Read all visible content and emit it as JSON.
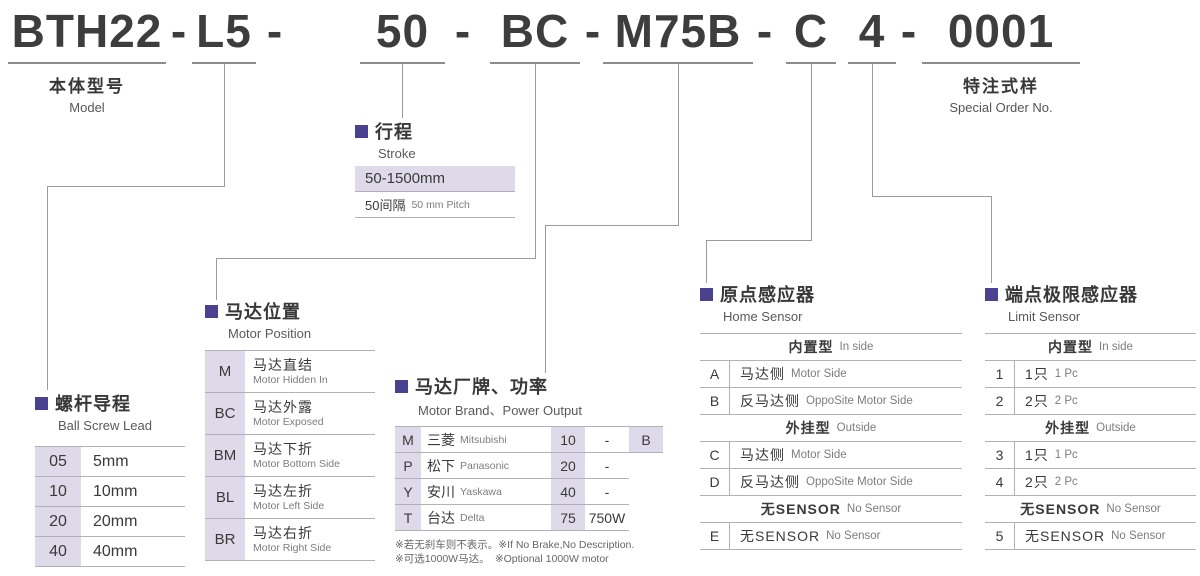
{
  "colors": {
    "accent": "#4a4190",
    "lavender": "#dedae9"
  },
  "title": {
    "hyphen": "-",
    "segments": {
      "series": "BTH22",
      "lead": "L5",
      "stroke": "50",
      "position": "BC",
      "motor": "M75B",
      "home_sensor": "C",
      "limit_sensor": "4",
      "special": "0001"
    }
  },
  "model_label": {
    "zh": "本体型号",
    "en": "Model"
  },
  "special_label": {
    "zh": "特注式样",
    "en": "Special Order No."
  },
  "stroke": {
    "title_zh": "行程",
    "title_en": "Stroke",
    "range": "50-1500mm",
    "pitch_zh": "50间隔",
    "pitch_en": "50 mm Pitch"
  },
  "ball_screw": {
    "title_zh": "螺杆导程",
    "title_en": "Ball Screw Lead",
    "rows": [
      {
        "code": "05",
        "value": "5mm"
      },
      {
        "code": "10",
        "value": "10mm"
      },
      {
        "code": "20",
        "value": "20mm"
      },
      {
        "code": "40",
        "value": "40mm"
      }
    ]
  },
  "motor_position": {
    "title_zh": "马达位置",
    "title_en": "Motor Position",
    "rows": [
      {
        "code": "M",
        "zh": "马达直结",
        "en": "Motor Hidden In"
      },
      {
        "code": "BC",
        "zh": "马达外露",
        "en": "Motor Exposed"
      },
      {
        "code": "BM",
        "zh": "马达下折",
        "en": "Motor Bottom Side"
      },
      {
        "code": "BL",
        "zh": "马达左折",
        "en": "Motor Left Side"
      },
      {
        "code": "BR",
        "zh": "马达右折",
        "en": "Motor Right Side"
      }
    ]
  },
  "motor_brand": {
    "title_zh": "马达厂牌、功率",
    "title_en": "Motor Brand、Power Output",
    "rows": [
      {
        "code": "M",
        "brand_zh": "三菱",
        "brand_en": "Mitsubishi",
        "power": "10",
        "watt": "-",
        "brake": "B"
      },
      {
        "code": "P",
        "brand_zh": "松下",
        "brand_en": "Panasonic",
        "power": "20",
        "watt": "-"
      },
      {
        "code": "Y",
        "brand_zh": "安川",
        "brand_en": "Yaskawa",
        "power": "40",
        "watt": "-"
      },
      {
        "code": "T",
        "brand_zh": "台达",
        "brand_en": "Delta",
        "power": "75",
        "watt": "750W"
      }
    ],
    "notes": [
      "※若无刹车则不表示。※If No Brake,No Description.",
      "※可选1000W马达。　※Optional 1000W motor"
    ]
  },
  "home_sensor": {
    "title_zh": "原点感应器",
    "title_en": "Home Sensor",
    "rows": [
      {
        "type": "header",
        "zh": "内置型",
        "en": "In side"
      },
      {
        "type": "item",
        "code": "A",
        "zh": "马达侧",
        "en": "Motor Side"
      },
      {
        "type": "item",
        "code": "B",
        "zh": "反马达侧",
        "en": "OppoSite Motor Side"
      },
      {
        "type": "header",
        "zh": "外挂型",
        "en": "Outside"
      },
      {
        "type": "item",
        "code": "C",
        "zh": "马达侧",
        "en": "Motor Side"
      },
      {
        "type": "item",
        "code": "D",
        "zh": "反马达侧",
        "en": "OppoSite Motor Side"
      },
      {
        "type": "header",
        "zh": "无SENSOR",
        "en": "No Sensor"
      },
      {
        "type": "item",
        "code": "E",
        "zh": "无SENSOR",
        "en": "No Sensor"
      }
    ]
  },
  "limit_sensor": {
    "title_zh": "端点极限感应器",
    "title_en": "Limit Sensor",
    "rows": [
      {
        "type": "header",
        "zh": "内置型",
        "en": "In side"
      },
      {
        "type": "item",
        "code": "1",
        "zh": "1只",
        "en": "1 Pc"
      },
      {
        "type": "item",
        "code": "2",
        "zh": "2只",
        "en": "2 Pc"
      },
      {
        "type": "header",
        "zh": "外挂型",
        "en": "Outside"
      },
      {
        "type": "item",
        "code": "3",
        "zh": "1只",
        "en": "1 Pc"
      },
      {
        "type": "item",
        "code": "4",
        "zh": "2只",
        "en": "2 Pc"
      },
      {
        "type": "header",
        "zh": "无SENSOR",
        "en": "No Sensor"
      },
      {
        "type": "item",
        "code": "5",
        "zh": "无SENSOR",
        "en": "No Sensor"
      }
    ]
  }
}
